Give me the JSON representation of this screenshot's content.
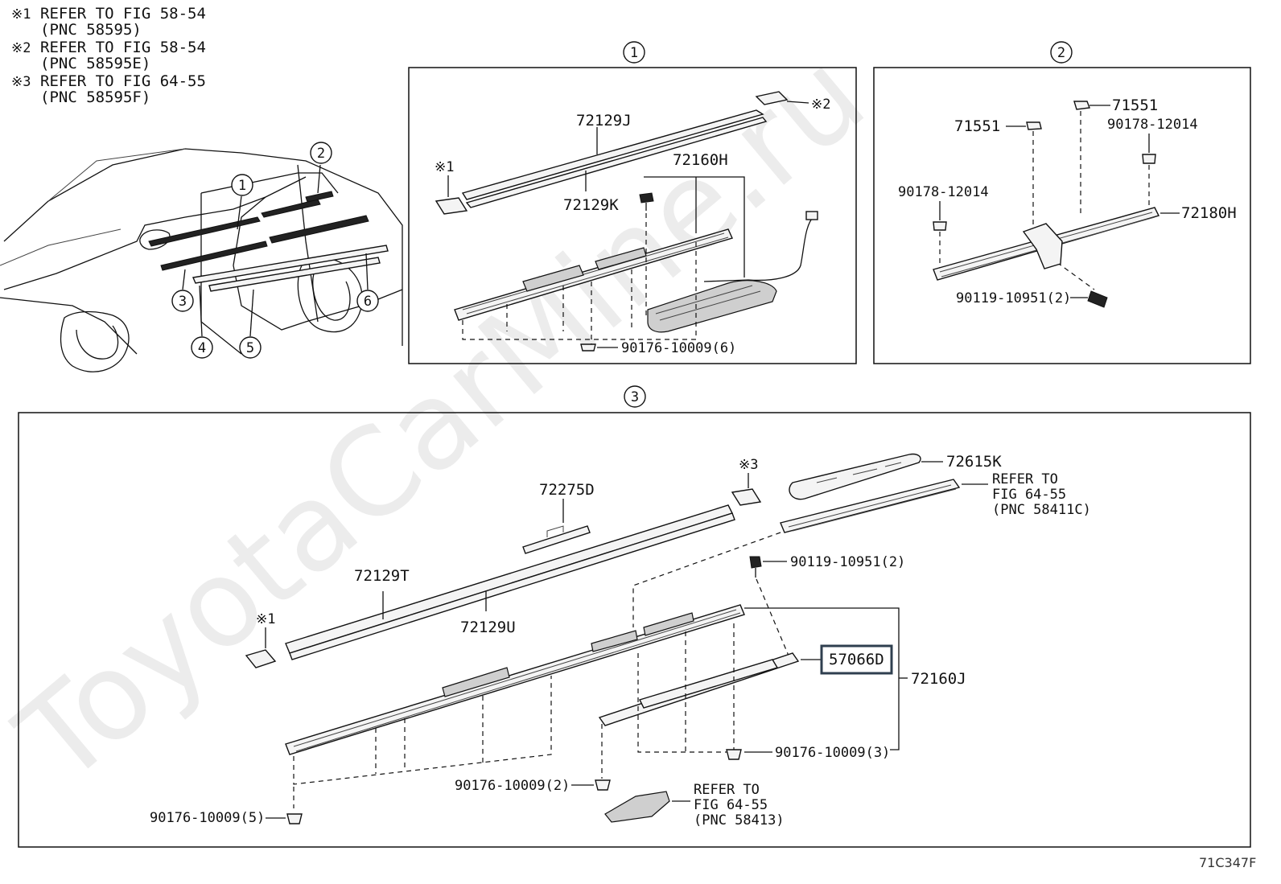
{
  "notes": [
    {
      "mark": "※1",
      "line1": "REFER TO FIG 58-54",
      "line2": "(PNC 58595)"
    },
    {
      "mark": "※2",
      "line1": "REFER TO FIG 58-54",
      "line2": "(PNC 58595E)"
    },
    {
      "mark": "※3",
      "line1": "REFER TO FIG 64-55",
      "line2": "(PNC 58595F)"
    }
  ],
  "callouts": {
    "c1": "1",
    "c2": "2",
    "c3": "3",
    "c4": "4",
    "c5": "5",
    "c6": "6"
  },
  "marks": {
    "m1": "※1",
    "m2": "※2",
    "m3": "※3"
  },
  "panel1": {
    "header": "1",
    "labels": {
      "p72129J": "72129J",
      "p72129K": "72129K",
      "p72160H": "72160H",
      "clip": "90176-10009(6)"
    }
  },
  "panel2": {
    "header": "2",
    "labels": {
      "nutA": "71551",
      "nutB": "71551",
      "clipA": "90178-12014",
      "clipB": "90178-12014",
      "rail": "72180H",
      "bolt": "90119-10951(2)"
    }
  },
  "panel3": {
    "header": "3",
    "labels": {
      "p72615K": "72615K",
      "ref1_l1": "REFER TO",
      "ref1_l2": "FIG 64-55",
      "ref1_l3": "(PNC 58411C)",
      "p72275D": "72275D",
      "bolt": "90119-10951(2)",
      "p72129T": "72129T",
      "p72129U": "72129U",
      "p57066D": "57066D",
      "p72160J": "72160J",
      "clip3": "90176-10009(3)",
      "clip2": "90176-10009(2)",
      "ref2_l1": "REFER TO",
      "ref2_l2": "FIG 64-55",
      "ref2_l3": "(PNC 58413)",
      "clip5": "90176-10009(5)"
    }
  },
  "watermark": "ToyotaCarMine.ru",
  "diagram_code": "71C347F",
  "colors": {
    "highlight_box": "#2f3f4f",
    "line": "#111111",
    "watermark": "#ececec"
  }
}
